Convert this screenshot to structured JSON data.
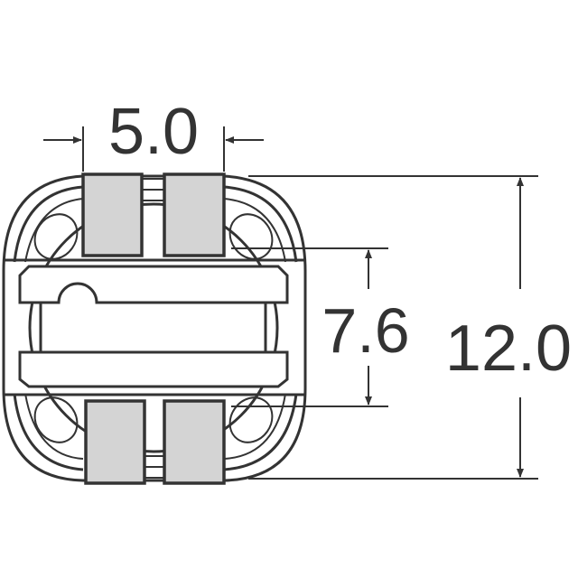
{
  "dimensions": {
    "pad_span": "5.0",
    "inner_height": "7.6",
    "overall_height": "12.0"
  },
  "colors": {
    "line": "#333333",
    "pad_fill": "#d4d4d4",
    "background": "#ffffff"
  }
}
